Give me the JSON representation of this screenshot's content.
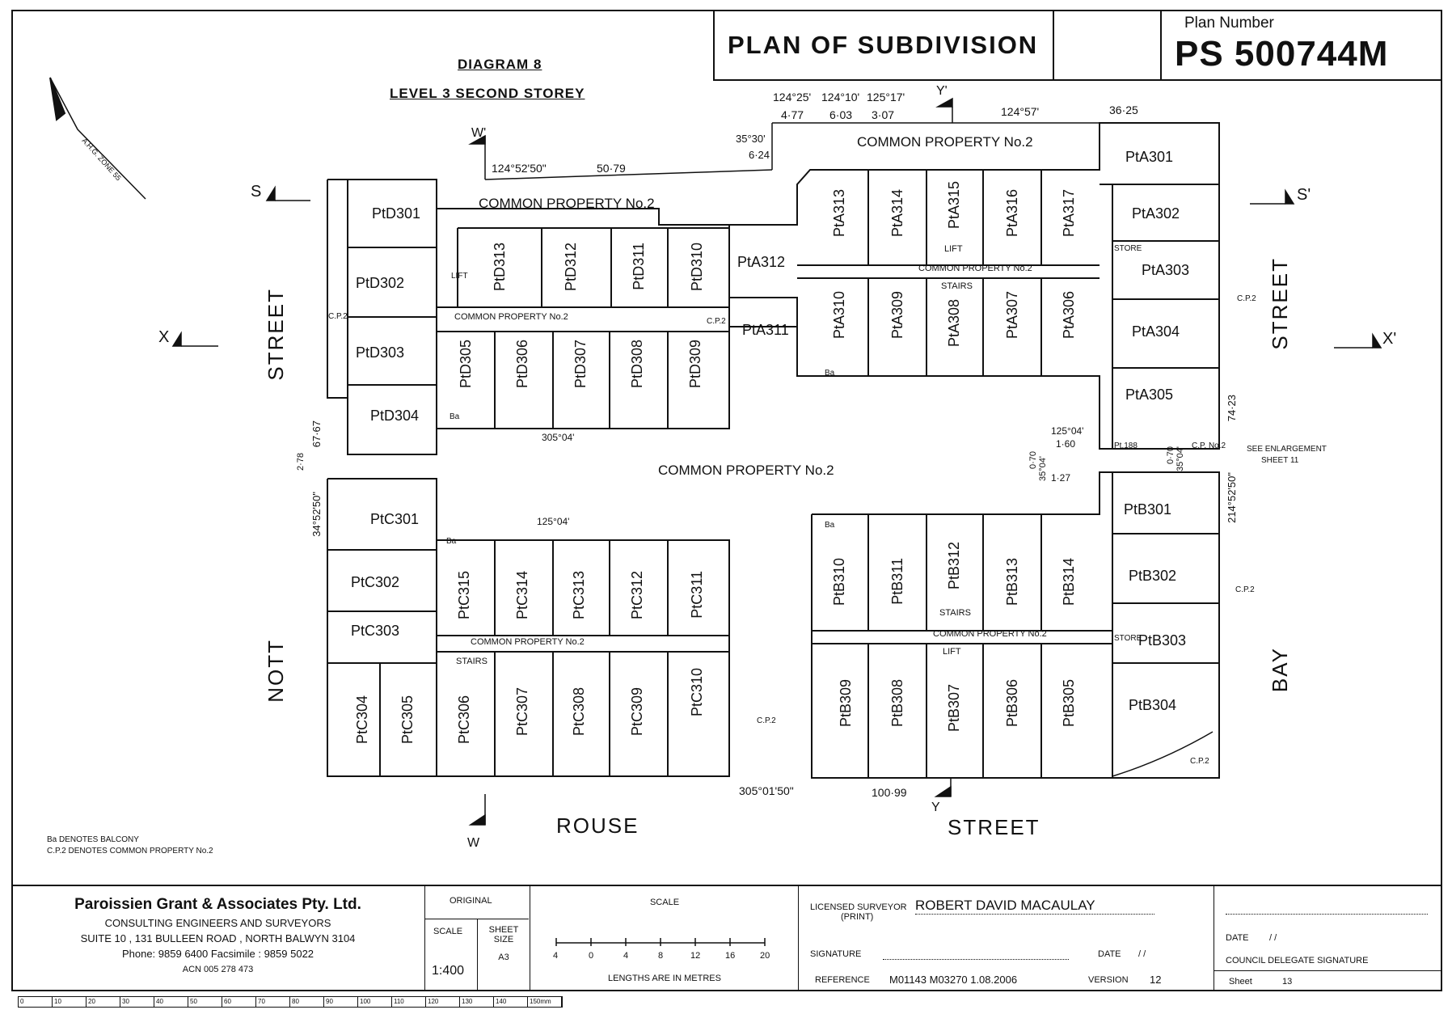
{
  "title": {
    "plan_of_subdivision": "PLAN OF SUBDIVISION",
    "plan_number_label": "Plan Number",
    "plan_number": "PS 500744M"
  },
  "diagram": {
    "title": "DIAGRAM 8",
    "subtitle": "LEVEL 3 SECOND STOREY",
    "ahd": "A.H.G. ZONE 55"
  },
  "streets": {
    "west": "STREET",
    "west2": "NOTT",
    "east": "STREET",
    "east2": "BAY",
    "south1": "ROUSE",
    "south2": "STREET"
  },
  "section_marks": {
    "s": "S",
    "s2": "S'",
    "x": "X",
    "x2": "X'",
    "w": "W",
    "w2": "W'",
    "y": "Y",
    "y2": "Y'"
  },
  "common": {
    "cp_top": "COMMON PROPERTY No.2",
    "cp_top_left": "COMMON PROPERTY No.2",
    "cp_center": "COMMON PROPERTY No.2",
    "cp_d_corr": "COMMON PROPERTY No.2",
    "cp_a_corr": "COMMON PROPERTY No.2",
    "cp_c_corr": "COMMON PROPERTY No.2",
    "cp_b_corr": "COMMON PROPERTY No.2",
    "cp2": "C.P.2",
    "stairs": "STAIRS",
    "lift": "LIFT",
    "store": "STORE",
    "ba": "Ba",
    "pt188": "Pt.188",
    "see_enlargement": "SEE ENLARGEMENT",
    "sheet11": "SHEET 11",
    "cp_no2": "C.P. No.2"
  },
  "dims": {
    "d1": "124°52'50\"",
    "d2": "50·79",
    "d3": "35°30'",
    "d4": "6·24",
    "d5": "124°25'",
    "d6": "4·77",
    "d7": "124°10'",
    "d8": "6·03",
    "d9": "125°17'",
    "d10": "3·07",
    "d11": "124°57'",
    "d12": "36·25",
    "d13": "67·67",
    "d14": "2·78",
    "d15": "34°52'50\"",
    "d16": "305°04'",
    "d17": "125°04'",
    "d18": "305°01'50\"",
    "d19": "100·99",
    "d20": "74·23",
    "d21": "214°52'50\"",
    "d22": "125°04'",
    "d23": "1·60",
    "d24": "0·70",
    "d25": "35°04'",
    "d26": "1·27",
    "d27": "0·70",
    "d28": "35°04'"
  },
  "lots": {
    "D301": "PtD301",
    "D302": "PtD302",
    "D303": "PtD303",
    "D304": "PtD304",
    "D305": "PtD305",
    "D306": "PtD306",
    "D307": "PtD307",
    "D308": "PtD308",
    "D309": "PtD309",
    "D310": "PtD310",
    "D311": "PtD311",
    "D312": "PtD312",
    "D313": "PtD313",
    "A301": "PtA301",
    "A302": "PtA302",
    "A303": "PtA303",
    "A304": "PtA304",
    "A305": "PtA305",
    "A306": "PtA306",
    "A307": "PtA307",
    "A308": "PtA308",
    "A309": "PtA309",
    "A310": "PtA310",
    "A311": "PtA311",
    "A312": "PtA312",
    "A313": "PtA313",
    "A314": "PtA314",
    "A315": "PtA315",
    "A316": "PtA316",
    "A317": "PtA317",
    "C301": "PtC301",
    "C302": "PtC302",
    "C303": "PtC303",
    "C304": "PtC304",
    "C305": "PtC305",
    "C306": "PtC306",
    "C307": "PtC307",
    "C308": "PtC308",
    "C309": "PtC309",
    "C310": "PtC310",
    "C311": "PtC311",
    "C312": "PtC312",
    "C313": "PtC313",
    "C314": "PtC314",
    "C315": "PtC315",
    "B301": "PtB301",
    "B302": "PtB302",
    "B303": "PtB303",
    "B304": "PtB304",
    "B305": "PtB305",
    "B306": "PtB306",
    "B307": "PtB307",
    "B308": "PtB308",
    "B309": "PtB309",
    "B310": "PtB310",
    "B311": "PtB311",
    "B312": "PtB312",
    "B313": "PtB313",
    "B314": "PtB314"
  },
  "legend": {
    "line1": "Ba  DENOTES BALCONY",
    "line2": "C.P.2  DENOTES COMMON PROPERTY No.2"
  },
  "footer": {
    "firm": "Paroissien Grant & Associates Pty. Ltd.",
    "firm_line2": "CONSULTING ENGINEERS AND SURVEYORS",
    "firm_line3": "SUITE 10 , 131 BULLEEN ROAD , NORTH BALWYN 3104",
    "firm_line4": "Phone: 9859 6400 Facsimile : 9859 5022",
    "firm_line5": "ACN 005 278 473",
    "original": "ORIGINAL",
    "scale_label": "SCALE",
    "scale_value": "1:400",
    "sheet_size_label": "SHEET SIZE",
    "sheet_size": "A3",
    "scale_title": "SCALE",
    "scale_ticks": [
      "4",
      "0",
      "4",
      "8",
      "12",
      "16",
      "20"
    ],
    "lengths": "LENGTHS ARE IN METRES",
    "surveyor_label": "LICENSED SURVEYOR",
    "surveyor_print": "(PRINT)",
    "surveyor_name": "ROBERT DAVID MACAULAY",
    "signature_label": "SIGNATURE",
    "date_label": "DATE",
    "date_slashes": "/     /",
    "reference_label": "REFERENCE",
    "reference_value": "M01143 M03270 1.08.2006",
    "version_label": "VERSION",
    "version_value": "12",
    "council_date_label": "DATE",
    "council_date_slashes": "/     /",
    "council_sig": "COUNCIL DELEGATE SIGNATURE",
    "sheet_label": "Sheet",
    "sheet_value": "13"
  },
  "ruler": {
    "ticks": [
      "0",
      "10",
      "20",
      "30",
      "40",
      "50",
      "60",
      "70",
      "80",
      "90",
      "100",
      "110",
      "120",
      "130",
      "140",
      "150mm"
    ]
  }
}
